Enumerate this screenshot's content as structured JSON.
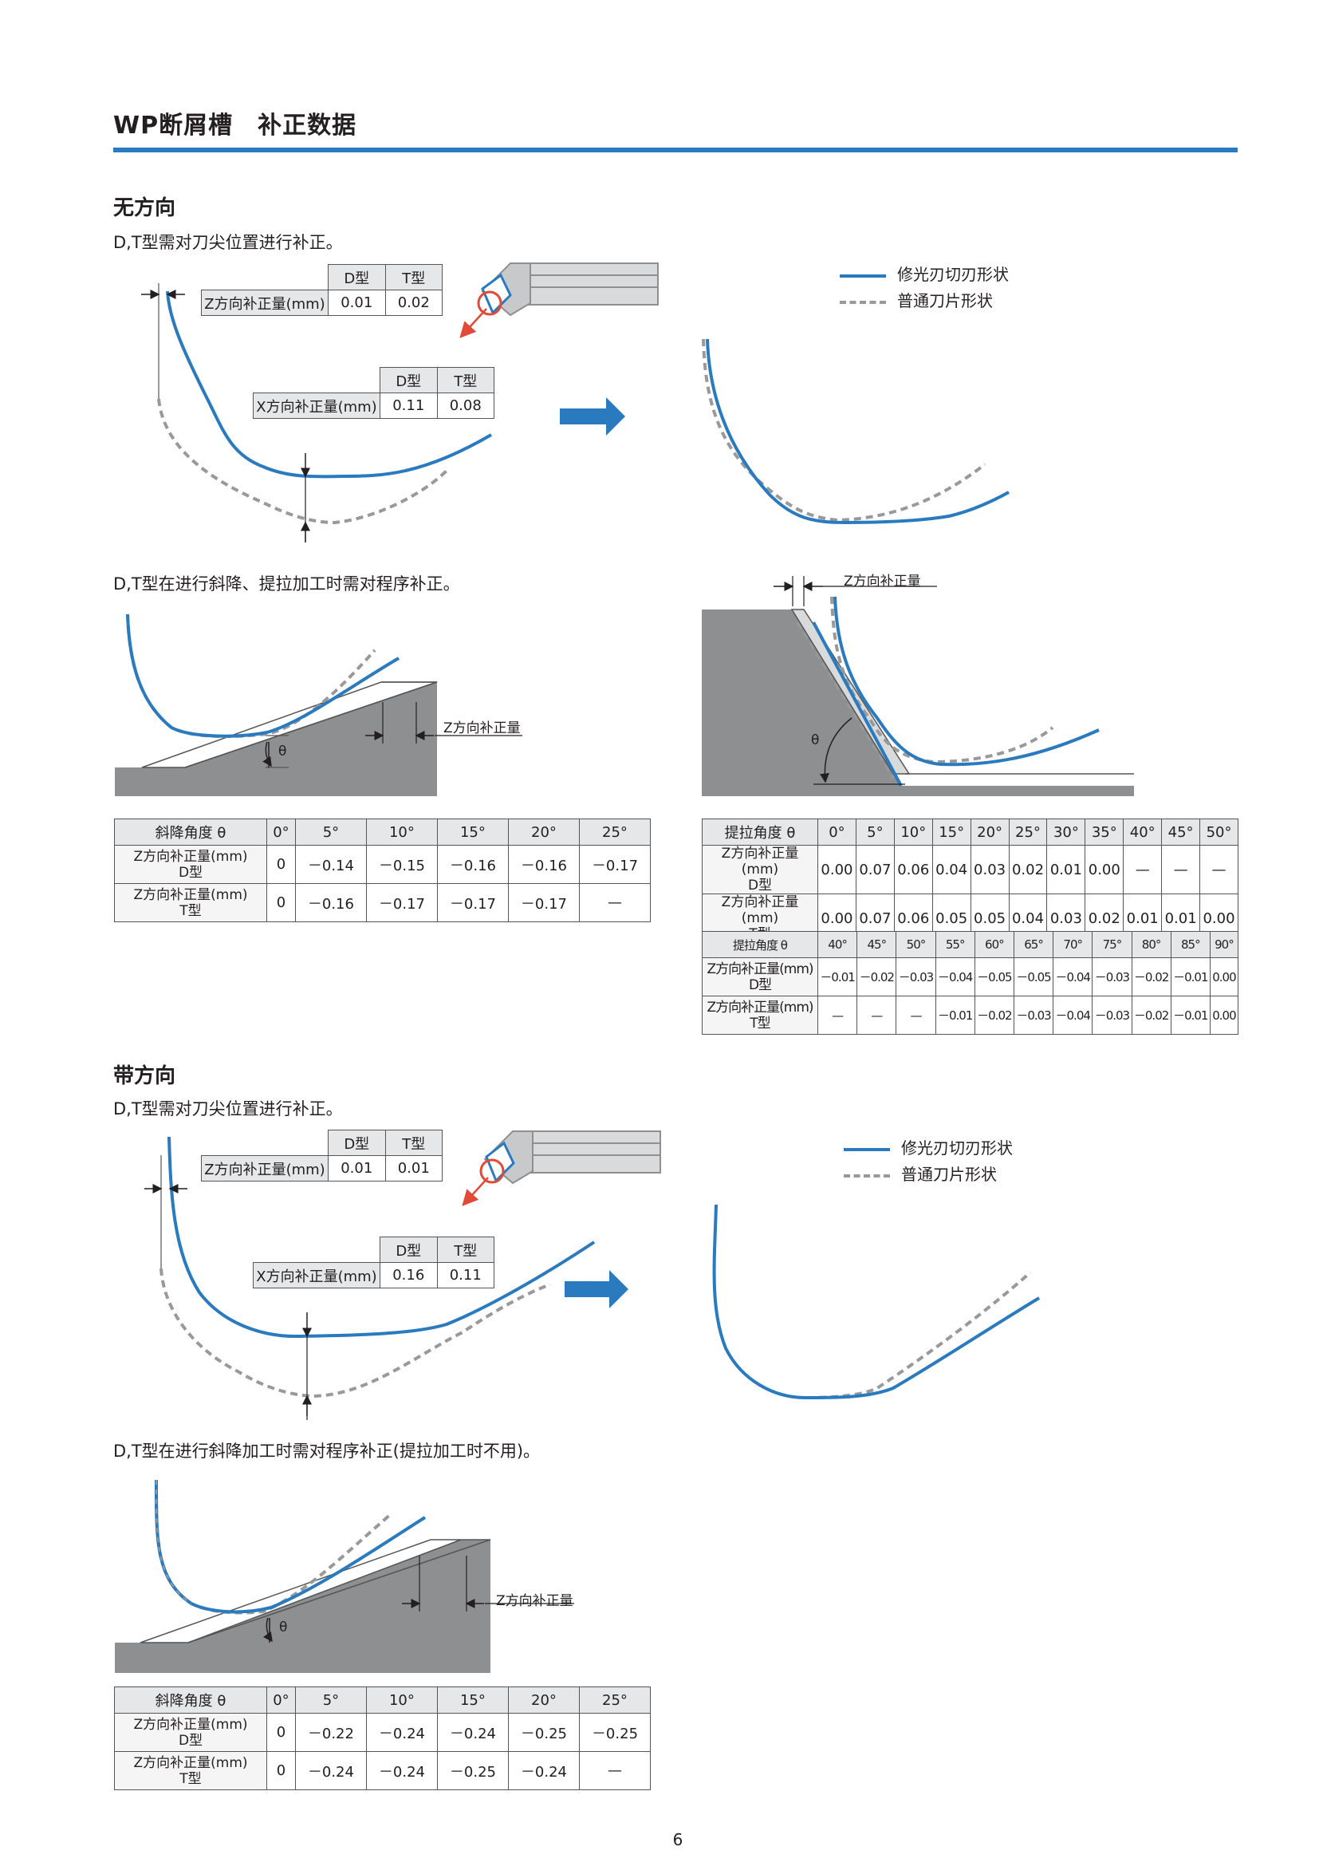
{
  "title": "WP断屑槽　补正数据",
  "page_number": "6",
  "colors": {
    "accent": "#2a7ac0",
    "wiper_line": "#2a7ac0",
    "normal_line": "#999999",
    "workpiece": "#8e8f91",
    "arrow_red": "#e04a36"
  },
  "icons": [
    "boring-bar-icon",
    "right-arrow-icon",
    "dimension-arrow-icon"
  ],
  "legend": {
    "wiper": "修光刃切刃形状",
    "normal": "普通刀片形状"
  },
  "label_z_comp": "Z方向补正量",
  "label_theta": "θ",
  "sec1": {
    "heading": "无方向",
    "note1": "D,T型需对刀尖位置进行补正。",
    "note2": "D,T型在进行斜降、提拉加工时需对程序补正。",
    "ztable": {
      "cols": [
        "D型",
        "T型"
      ],
      "row_label": "Z方向补正量(mm)",
      "values": [
        "0.01",
        "0.02"
      ]
    },
    "xtable": {
      "cols": [
        "D型",
        "T型"
      ],
      "row_label": "X方向补正量(mm)",
      "values": [
        "0.11",
        "0.08"
      ]
    },
    "ramp_table": {
      "header": [
        "斜降角度 θ",
        "0°",
        "5°",
        "10°",
        "15°",
        "20°",
        "25°"
      ],
      "rows": [
        {
          "l1": "Z方向补正量(mm)",
          "l2": "D型",
          "v": [
            "0",
            "－0.14",
            "－0.15",
            "－0.16",
            "－0.16",
            "－0.17"
          ]
        },
        {
          "l1": "Z方向补正量(mm)",
          "l2": "T型",
          "v": [
            "0",
            "－0.16",
            "－0.17",
            "－0.17",
            "－0.17",
            "—"
          ]
        }
      ]
    },
    "lift_table1": {
      "header": [
        "提拉角度 θ",
        "0°",
        "5°",
        "10°",
        "15°",
        "20°",
        "25°",
        "30°",
        "35°",
        "40°",
        "45°",
        "50°"
      ],
      "rows": [
        {
          "l1": "Z方向补正量(mm)",
          "l2": "D型",
          "v": [
            "0.00",
            "0.07",
            "0.06",
            "0.04",
            "0.03",
            "0.02",
            "0.01",
            "0.00",
            "—",
            "—",
            "—"
          ]
        },
        {
          "l1": "Z方向补正量(mm)",
          "l2": "T型",
          "v": [
            "0.00",
            "0.07",
            "0.06",
            "0.05",
            "0.05",
            "0.04",
            "0.03",
            "0.02",
            "0.01",
            "0.01",
            "0.00"
          ]
        }
      ]
    },
    "lift_table2": {
      "header": [
        "提拉角度 θ",
        "40°",
        "45°",
        "50°",
        "55°",
        "60°",
        "65°",
        "70°",
        "75°",
        "80°",
        "85°",
        "90°"
      ],
      "rows": [
        {
          "l1": "Z方向补正量(mm)",
          "l2": "D型",
          "v": [
            "－0.01",
            "－0.02",
            "－0.03",
            "－0.04",
            "－0.05",
            "－0.05",
            "－0.04",
            "－0.03",
            "－0.02",
            "－0.01",
            "0.00"
          ]
        },
        {
          "l1": "Z方向补正量(mm)",
          "l2": "T型",
          "v": [
            "—",
            "—",
            "—",
            "－0.01",
            "－0.02",
            "－0.03",
            "－0.04",
            "－0.03",
            "－0.02",
            "－0.01",
            "0.00"
          ]
        }
      ]
    }
  },
  "sec2": {
    "heading": "带方向",
    "note1": "D,T型需对刀尖位置进行补正。",
    "note2": "D,T型在进行斜降加工时需对程序补正(提拉加工时不用)。",
    "ztable": {
      "cols": [
        "D型",
        "T型"
      ],
      "row_label": "Z方向补正量(mm)",
      "values": [
        "0.01",
        "0.01"
      ]
    },
    "xtable": {
      "cols": [
        "D型",
        "T型"
      ],
      "row_label": "X方向补正量(mm)",
      "values": [
        "0.16",
        "0.11"
      ]
    },
    "ramp_table": {
      "header": [
        "斜降角度 θ",
        "0°",
        "5°",
        "10°",
        "15°",
        "20°",
        "25°"
      ],
      "rows": [
        {
          "l1": "Z方向补正量(mm)",
          "l2": "D型",
          "v": [
            "0",
            "－0.22",
            "－0.24",
            "－0.24",
            "－0.25",
            "－0.25"
          ]
        },
        {
          "l1": "Z方向补正量(mm)",
          "l2": "T型",
          "v": [
            "0",
            "－0.24",
            "－0.24",
            "－0.25",
            "－0.24",
            "—"
          ]
        }
      ]
    }
  }
}
